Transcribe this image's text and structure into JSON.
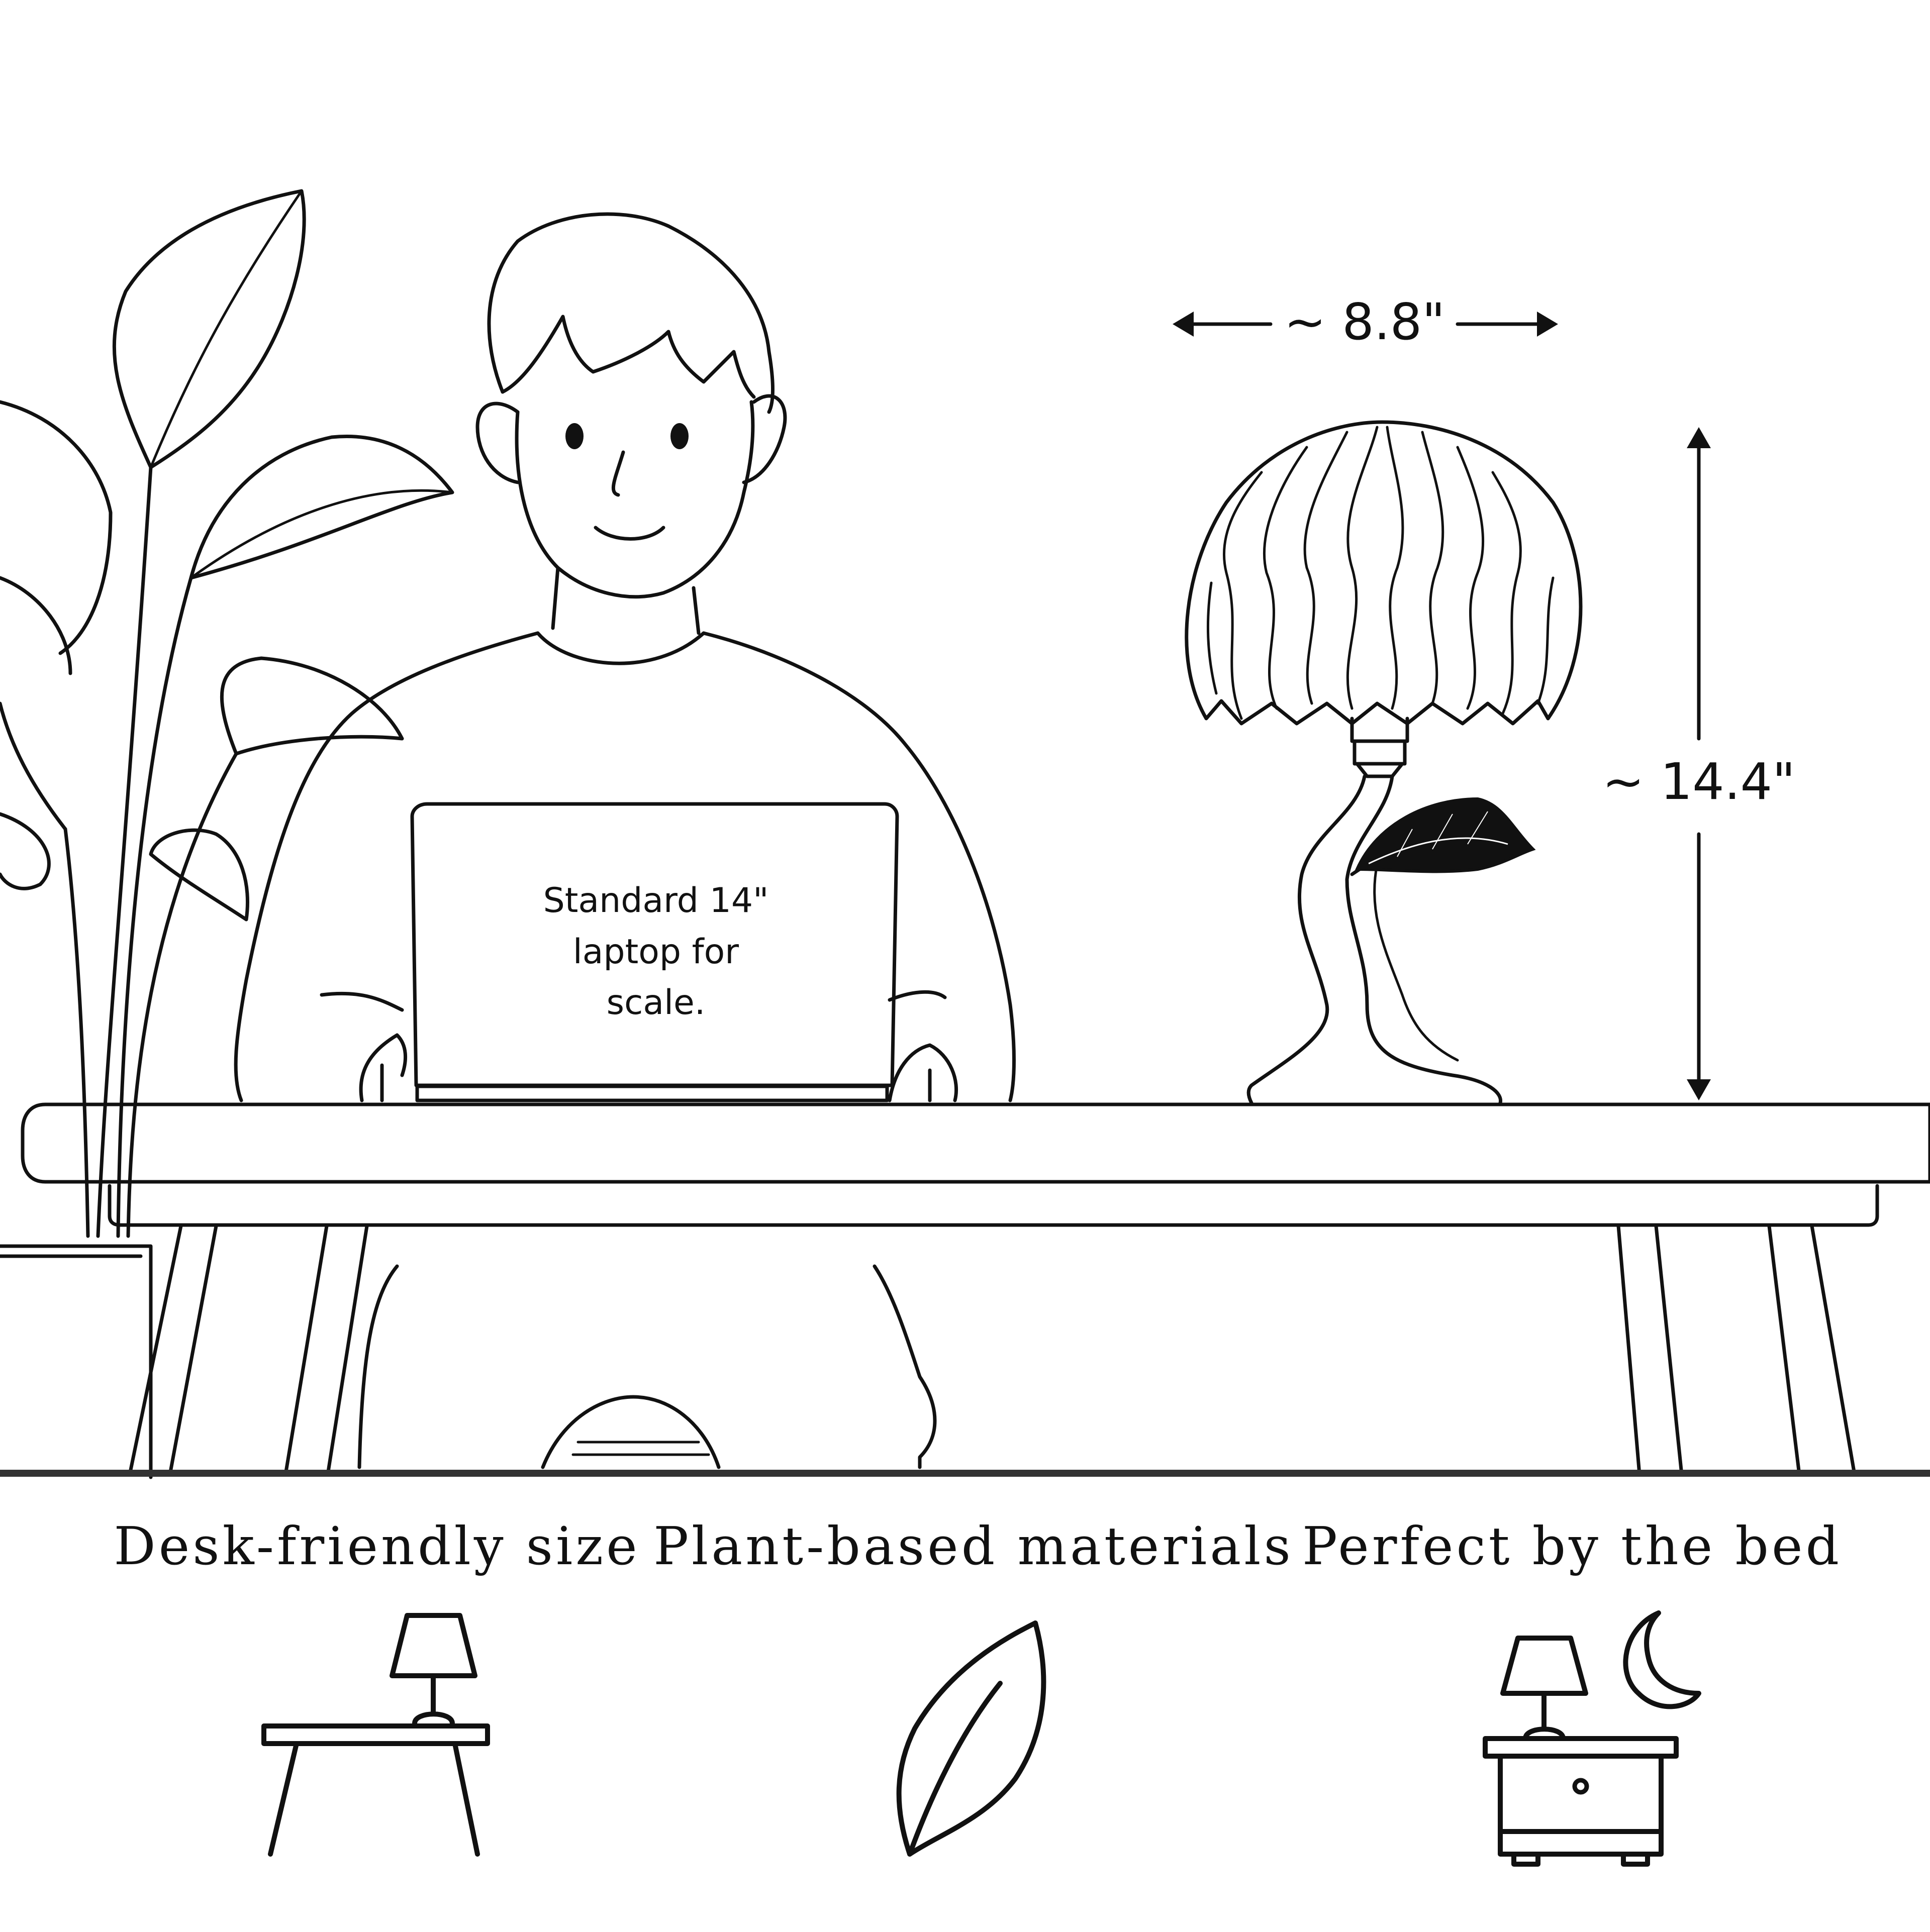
{
  "scene": {
    "laptop_caption": [
      "Standard 14\"",
      "laptop for",
      "scale."
    ],
    "width_label": "~ 8.8\"",
    "height_label": "~ 14.4\""
  },
  "features": [
    {
      "label": "Desk-friendly size",
      "icon": "desk-lamp-icon"
    },
    {
      "label": "Plant-based materials",
      "icon": "leaf-icon"
    },
    {
      "label": "Perfect by the bed",
      "icon": "nightstand-lamp-icon"
    }
  ]
}
